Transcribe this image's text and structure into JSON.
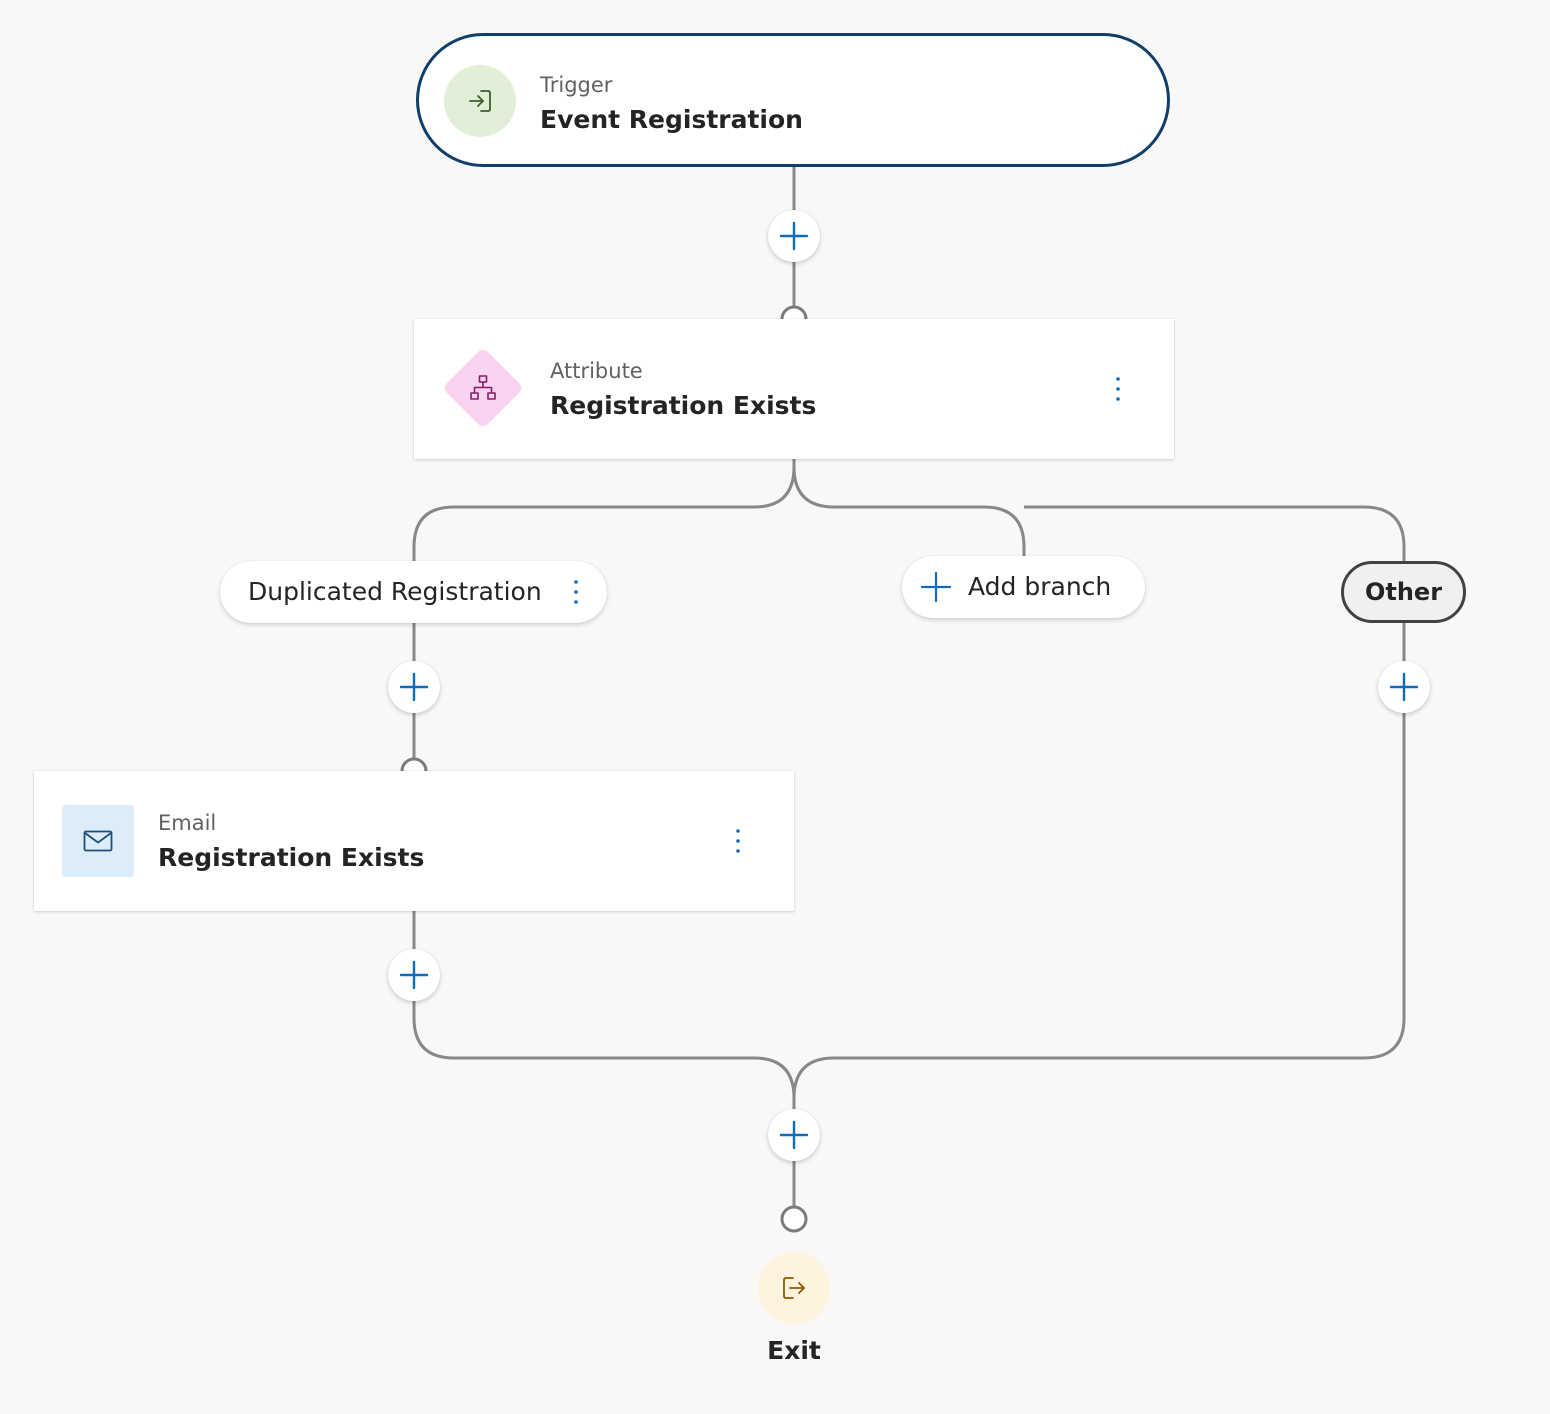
{
  "trigger": {
    "label": "Trigger",
    "name": "Event Registration",
    "icon": "enter-arrow-icon"
  },
  "attribute_node": {
    "label": "Attribute",
    "name": "Registration Exists",
    "icon": "branch-hierarchy-icon"
  },
  "branches": {
    "first": {
      "name": "Duplicated Registration"
    },
    "add_branch_label": "Add branch",
    "other_label": "Other"
  },
  "email_node": {
    "label": "Email",
    "name": "Registration Exists",
    "icon": "mail-icon"
  },
  "exit": {
    "label": "Exit",
    "icon": "exit-arrow-icon"
  },
  "colors": {
    "canvas_background": "#f9f8f7",
    "connector": "#8a8886",
    "accent_blue": "#0f6cbd",
    "trigger_border": "#0f3e6b",
    "trigger_icon_bg": "#e2efd8",
    "attribute_icon_bg": "#f9d3ef",
    "email_icon_bg": "#dcecf9",
    "exit_icon_bg": "#fdf3df"
  }
}
